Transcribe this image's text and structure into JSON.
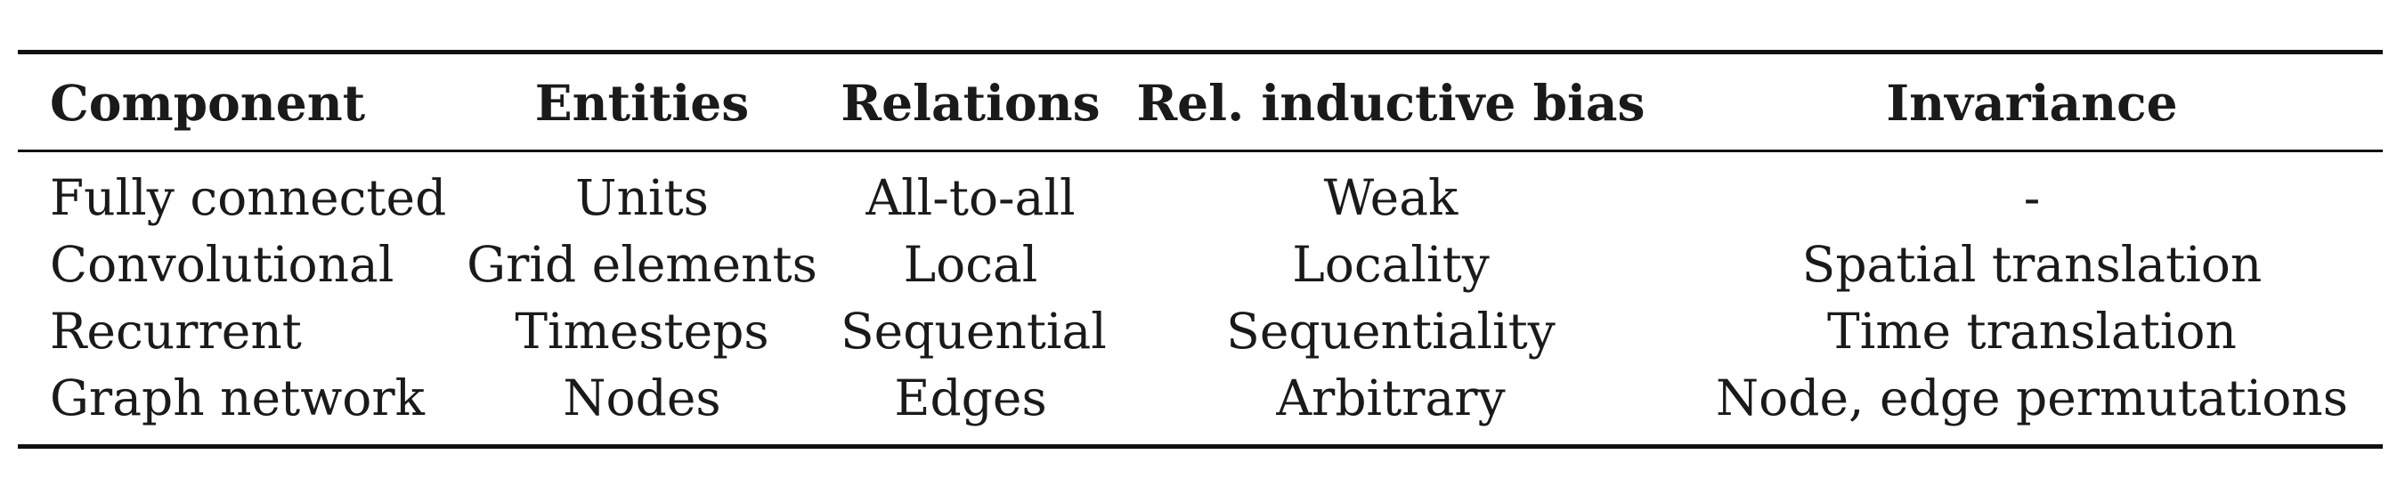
{
  "table": {
    "headers": [
      "Component",
      "Entities",
      "Relations",
      "Rel. inductive bias",
      "Invariance"
    ],
    "rows": [
      [
        "Fully connected",
        "Units",
        "All-to-all",
        "Weak",
        "-"
      ],
      [
        "Convolutional",
        "Grid elements",
        "Local",
        "Locality",
        "Spatial translation"
      ],
      [
        "Recurrent",
        "Timesteps",
        "Sequential",
        "Sequentiality",
        "Time translation"
      ],
      [
        "Graph network",
        "Nodes",
        "Edges",
        "Arbitrary",
        "Node, edge permutations"
      ]
    ]
  }
}
